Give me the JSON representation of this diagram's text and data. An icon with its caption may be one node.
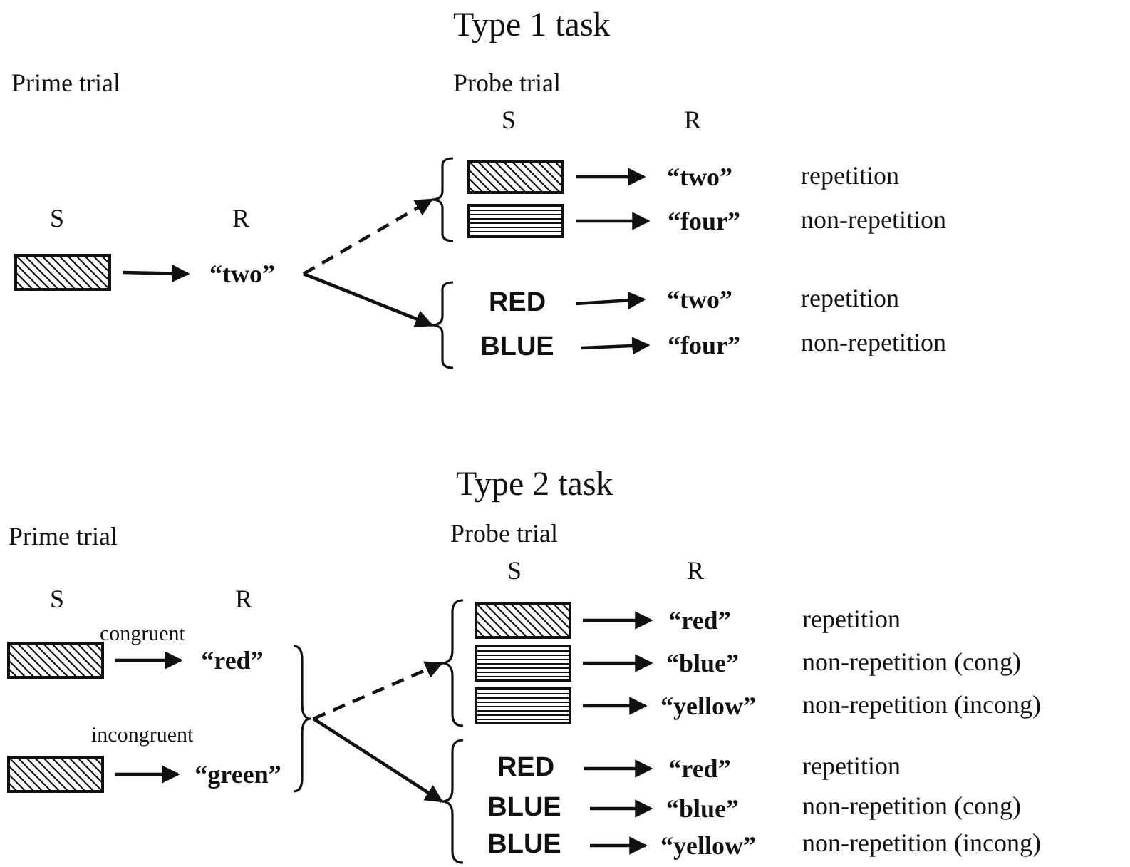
{
  "diagram": {
    "nodes": [
      {
        "text": [],
        "shape": "box"
      },
      {
        "text": [
          "“two”"
        ]
      },
      {
        "text": [],
        "shape": "brace"
      },
      {
        "text": [],
        "shape": "box"
      },
      {
        "text": [
          "“two”"
        ]
      },
      {
        "text": [],
        "shape": "box"
      },
      {
        "text": [
          "“four”"
        ]
      },
      {
        "text": [],
        "shape": "brace"
      },
      {
        "text": [
          "RED"
        ]
      },
      {
        "text": [
          "“two”"
        ]
      },
      {
        "text": [
          "BLUE"
        ]
      },
      {
        "text": [
          "“four”"
        ]
      },
      {
        "text": [],
        "shape": "box"
      },
      {
        "text": [
          "“red”"
        ]
      },
      {
        "text": [],
        "shape": "box"
      },
      {
        "text": [
          "“green”"
        ]
      },
      {
        "text": [],
        "shape": "brace"
      },
      {
        "text": [],
        "shape": "brace"
      },
      {
        "text": [],
        "shape": "box"
      },
      {
        "text": [
          "“red”"
        ]
      },
      {
        "text": [],
        "shape": "box"
      },
      {
        "text": [
          "“blue”"
        ]
      },
      {
        "text": [],
        "shape": "box"
      },
      {
        "text": [
          "“yellow”"
        ]
      },
      {
        "text": [],
        "shape": "brace"
      },
      {
        "text": [
          "RED"
        ]
      },
      {
        "text": [
          "“red”"
        ]
      },
      {
        "text": [
          "BLUE"
        ]
      },
      {
        "text": [
          "“blue”"
        ]
      },
      {
        "text": [
          "BLUE"
        ]
      },
      {
        "text": [
          "“yellow”"
        ]
      }
    ],
    "edges": [
      {
        "from": 0,
        "to": 1,
        "arrow": "to"
      },
      {
        "from": 1,
        "to": 2,
        "arrow": "to",
        "style": "dashed"
      },
      {
        "from": 1,
        "to": 7,
        "arrow": "to"
      },
      {
        "from": 3,
        "to": 4,
        "arrow": "to"
      },
      {
        "from": 5,
        "to": 6,
        "arrow": "to"
      },
      {
        "from": 8,
        "to": 9,
        "arrow": "to"
      },
      {
        "from": 10,
        "to": 11,
        "arrow": "to"
      },
      {
        "from": 12,
        "to": 13,
        "arrow": "to"
      },
      {
        "from": 14,
        "to": 15,
        "arrow": "to"
      },
      {
        "from": 16,
        "to": 17,
        "arrow": "to",
        "style": "dashed"
      },
      {
        "from": 16,
        "to": 24,
        "arrow": "to"
      },
      {
        "from": 18,
        "to": 19,
        "arrow": "to"
      },
      {
        "from": 20,
        "to": 21,
        "arrow": "to"
      },
      {
        "from": 22,
        "to": 23,
        "arrow": "to"
      },
      {
        "from": 25,
        "to": 26,
        "arrow": "to"
      },
      {
        "from": 27,
        "to": 28,
        "arrow": "to"
      },
      {
        "from": 29,
        "to": 30,
        "arrow": "to"
      }
    ],
    "labels": [
      "Type 1 task",
      "Prime trial",
      "Probe trial",
      "S",
      "R",
      "S",
      "R",
      "repetition",
      "non-repetition",
      "repetition",
      "non-repetition",
      "Type 2 task",
      "Prime trial",
      "Probe trial",
      "S",
      "R",
      "S",
      "R",
      "congruent",
      "repetition",
      "non-repetition (cong)",
      "incongruent",
      "non-repetition (incong)",
      "repetition",
      "non-repetition (cong)",
      "non-repetition (incong)"
    ]
  }
}
